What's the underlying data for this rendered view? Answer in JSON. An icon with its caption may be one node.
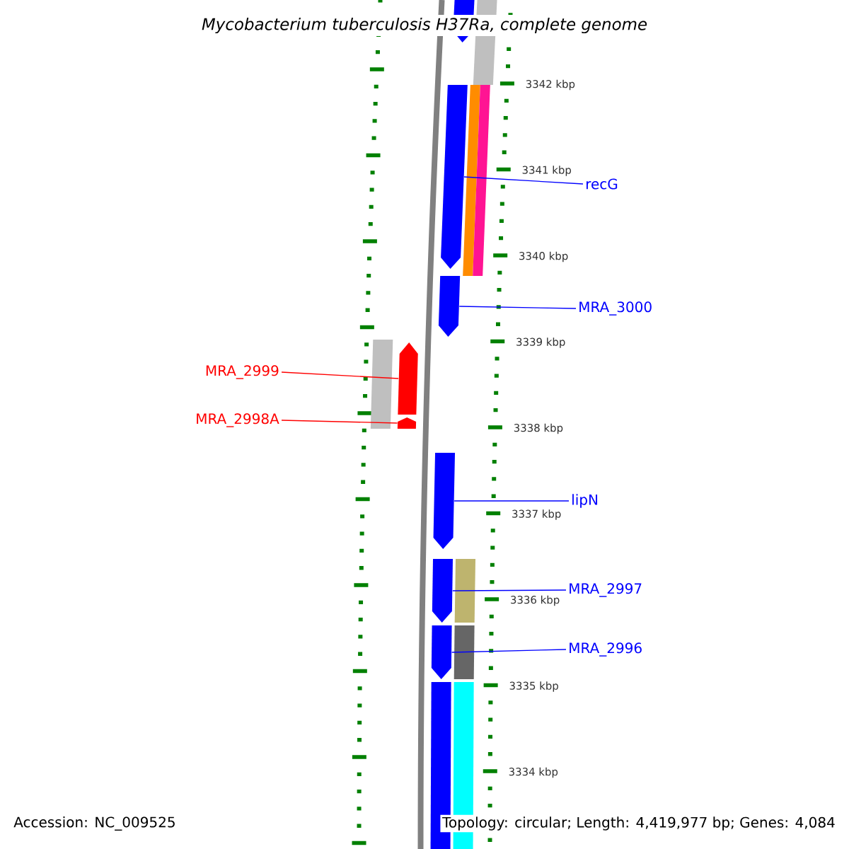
{
  "diagram": {
    "title": "Mycobacterium tuberculosis H37Ra, complete genome",
    "nodes": [
      {
        "text": [
          "recG"
        ]
      },
      {
        "text": [
          "MRA_3000"
        ]
      },
      {
        "text": [
          "MRA_2999"
        ]
      },
      {
        "text": [
          "MRA_2998A"
        ]
      },
      {
        "text": [
          "lipN"
        ]
      },
      {
        "text": [
          "MRA_2997"
        ]
      },
      {
        "text": [
          "MRA_2996"
        ]
      },
      {
        "text": [],
        "shape": "pentagon"
      },
      {
        "text": [],
        "shape": "bar"
      },
      {
        "text": [],
        "shape": "pentagon"
      },
      {
        "text": [],
        "shape": "bar"
      },
      {
        "text": [],
        "shape": "bar"
      },
      {
        "text": [],
        "shape": "pentagon"
      },
      {
        "text": [],
        "shape": "bar"
      },
      {
        "text": [],
        "shape": "pentagon"
      },
      {
        "text": [],
        "shape": "pentagon"
      },
      {
        "text": [],
        "shape": "pentagon"
      },
      {
        "text": [],
        "shape": "pentagon"
      },
      {
        "text": [],
        "shape": "bar"
      },
      {
        "text": [],
        "shape": "pentagon"
      },
      {
        "text": [],
        "shape": "bar"
      },
      {
        "text": [],
        "shape": "bar"
      },
      {
        "text": [],
        "shape": "bar"
      }
    ],
    "edges": [
      {
        "from": 0,
        "to": 9,
        "arrow": "none"
      },
      {
        "from": 1,
        "to": 12,
        "arrow": "none"
      },
      {
        "from": 2,
        "to": 14,
        "arrow": "none",
        "color": "#ff0000"
      },
      {
        "from": 3,
        "to": 15,
        "arrow": "none",
        "color": "#ff0000"
      },
      {
        "from": 4,
        "to": 16,
        "arrow": "none"
      },
      {
        "from": 5,
        "to": 17,
        "arrow": "none"
      },
      {
        "from": 6,
        "to": 19,
        "arrow": "none"
      }
    ],
    "labels": [
      "3342 kbp",
      "3341 kbp",
      "3340 kbp",
      "3339 kbp",
      "3338 kbp",
      "3337 kbp",
      "3336 kbp",
      "3335 kbp",
      "3334 kbp",
      "Accession: NC_009525",
      "Topology: circular; Length: 4,419,977 bp; Genes: 4,084"
    ]
  }
}
